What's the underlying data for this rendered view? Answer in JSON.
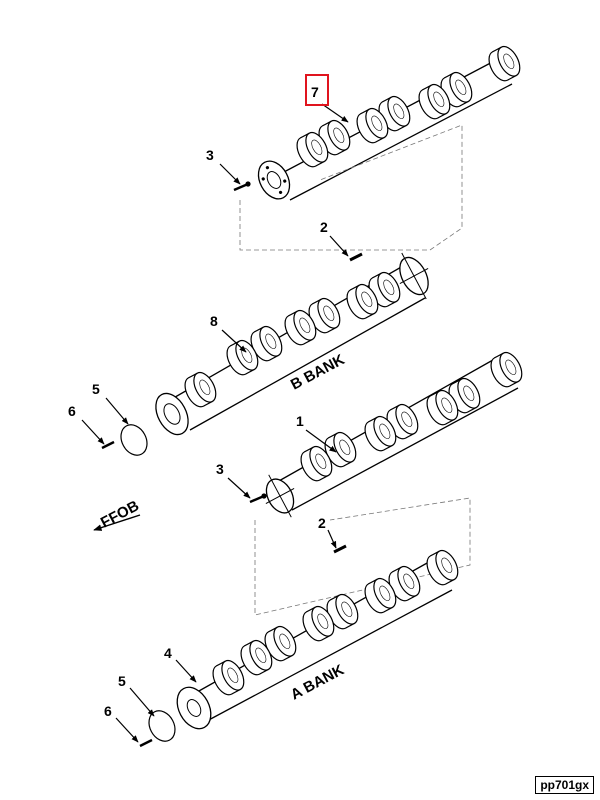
{
  "diagram": {
    "reference_code": "pp701gx",
    "highlighted_callout": "7",
    "bank_labels": {
      "b": "B BANK",
      "a": "A BANK"
    },
    "direction_label": "FFOB",
    "callouts": {
      "c7": "7",
      "c3_top": "3",
      "c2_top": "2",
      "c8": "8",
      "c5_top": "5",
      "c6_top": "6",
      "c1": "1",
      "c3_mid": "3",
      "c2_mid": "2",
      "c4": "4",
      "c5_bot": "5",
      "c6_bot": "6"
    },
    "colors": {
      "line": "#000000",
      "highlight": "#e0141e",
      "background": "#ffffff"
    }
  }
}
